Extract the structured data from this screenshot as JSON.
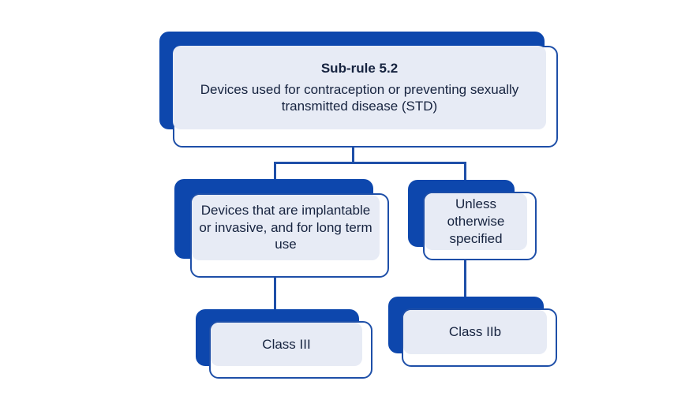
{
  "diagram": {
    "type": "flowchart",
    "title_node_id": "sub-rule-5-2",
    "colors": {
      "shadow_blue": "#0d47ad",
      "outline_blue": "#1e4fa8",
      "face_fill": "#e7ebf5",
      "text_navy": "#16233f",
      "background": "#ffffff"
    },
    "nodes": [
      {
        "id": "sub-rule-5-2",
        "name": "sub-rule-node",
        "title": "Sub-rule 5.2",
        "body": "Devices used for contraception or preventing sexually transmitted disease (STD)"
      },
      {
        "id": "implantable-invasive",
        "name": "condition-node-implantable",
        "title": "",
        "body": "Devices that are implantable or invasive, and for long term use"
      },
      {
        "id": "unless-otherwise-specified",
        "name": "condition-node-unless",
        "title": "",
        "body": "Unless otherwise specified"
      },
      {
        "id": "class-iii",
        "name": "classification-node-class-iii",
        "title": "",
        "body": "Class III"
      },
      {
        "id": "class-iib",
        "name": "classification-node-class-iib",
        "title": "",
        "body": "Class IIb"
      }
    ],
    "edges": [
      {
        "from": "sub-rule-5-2",
        "to": "implantable-invasive"
      },
      {
        "from": "sub-rule-5-2",
        "to": "unless-otherwise-specified"
      },
      {
        "from": "implantable-invasive",
        "to": "class-iii"
      },
      {
        "from": "unless-otherwise-specified",
        "to": "class-iib"
      }
    ]
  }
}
